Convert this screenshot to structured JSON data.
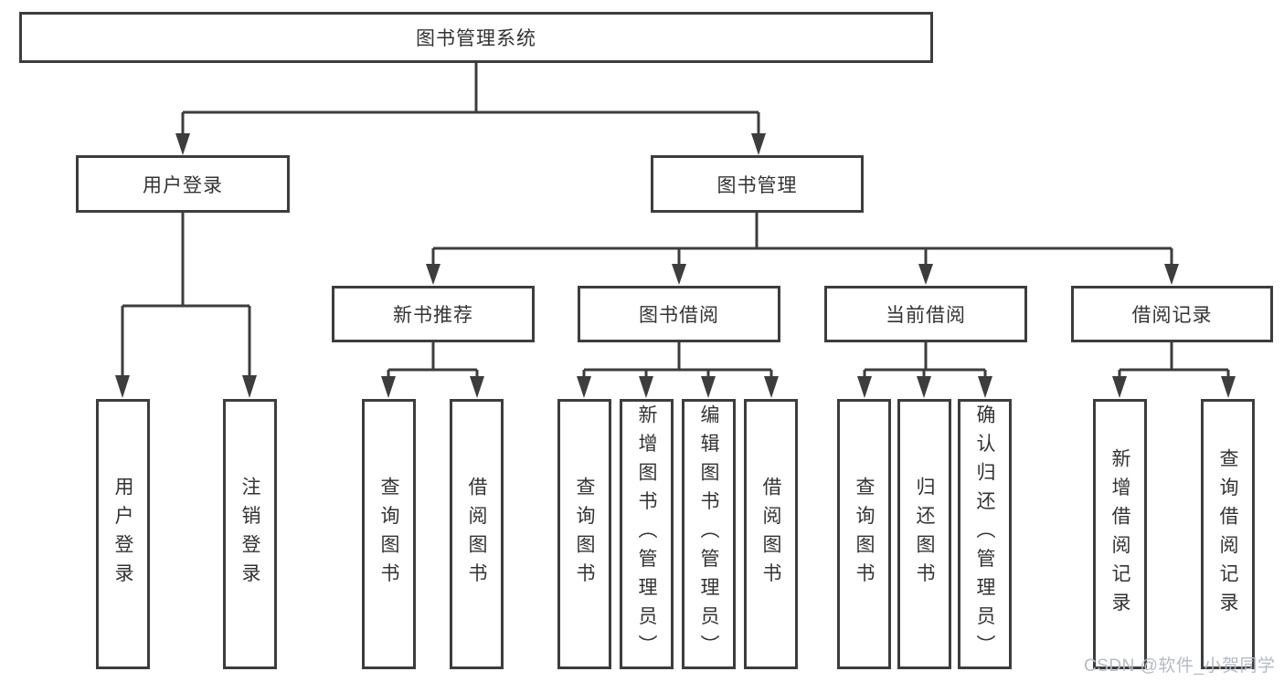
{
  "diagram": {
    "type": "hierarchy-tree",
    "title": "图书管理系统",
    "watermark": "CSDN @软件_小贺同学",
    "colors": {
      "line": "#3d3d3d",
      "box_border": "#3d3d3d",
      "box_fill": "#ffffff",
      "text": "#333333",
      "watermark": "#b5bac4",
      "background": "#ffffff"
    },
    "nodes": [
      {
        "id": "root",
        "label": "图书管理系统",
        "parent": null
      },
      {
        "id": "user-login",
        "label": "用户登录",
        "parent": "root"
      },
      {
        "id": "book-mgmt",
        "label": "图书管理",
        "parent": "root"
      },
      {
        "id": "new-book-recommend",
        "label": "新书推荐",
        "parent": "book-mgmt"
      },
      {
        "id": "book-borrow",
        "label": "图书借阅",
        "parent": "book-mgmt"
      },
      {
        "id": "current-borrow",
        "label": "当前借阅",
        "parent": "book-mgmt"
      },
      {
        "id": "borrow-record",
        "label": "借阅记录",
        "parent": "book-mgmt"
      },
      {
        "id": "leaf-user-login",
        "label": "用户登录",
        "parent": "user-login"
      },
      {
        "id": "leaf-logout",
        "label": "注销登录",
        "parent": "user-login"
      },
      {
        "id": "leaf-query-books-recommend",
        "label": "查询图书",
        "parent": "new-book-recommend"
      },
      {
        "id": "leaf-borrow-books-recommend",
        "label": "借阅图书",
        "parent": "new-book-recommend"
      },
      {
        "id": "leaf-query-books-borrow",
        "label": "查询图书",
        "parent": "book-borrow"
      },
      {
        "id": "leaf-add-books-admin",
        "label": "新增图书（管理员）",
        "parent": "book-borrow"
      },
      {
        "id": "leaf-edit-books-admin",
        "label": "编辑图书（管理员）",
        "parent": "book-borrow"
      },
      {
        "id": "leaf-borrow-books",
        "label": "借阅图书",
        "parent": "book-borrow"
      },
      {
        "id": "leaf-query-books-current",
        "label": "查询图书",
        "parent": "current-borrow"
      },
      {
        "id": "leaf-return-books",
        "label": "归还图书",
        "parent": "current-borrow"
      },
      {
        "id": "leaf-confirm-return-admin",
        "label": "确认归还（管理员）",
        "parent": "current-borrow"
      },
      {
        "id": "leaf-add-borrow-record",
        "label": "新增借阅记录",
        "parent": "borrow-record"
      },
      {
        "id": "leaf-query-borrow-record",
        "label": "查询借阅记录",
        "parent": "borrow-record"
      }
    ]
  }
}
